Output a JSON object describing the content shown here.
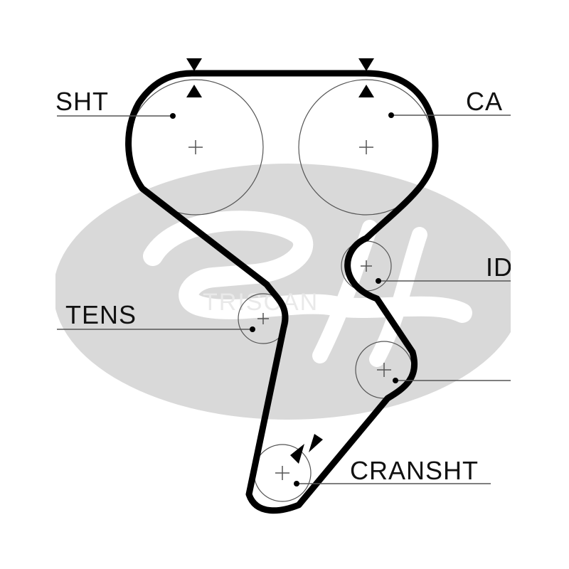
{
  "labels": {
    "camshaft_left": "SHT",
    "camshaft_right": "CA",
    "idler_upper": "ID",
    "tensioner": "TENS",
    "crankshaft": "CRANSHT"
  },
  "watermark": {
    "text": "TRISCAN",
    "logo": "Gates"
  },
  "colors": {
    "belt": "#000000",
    "pulley": "#444444",
    "leader": "#444444",
    "logo_watermark": "#d9d9d9"
  }
}
